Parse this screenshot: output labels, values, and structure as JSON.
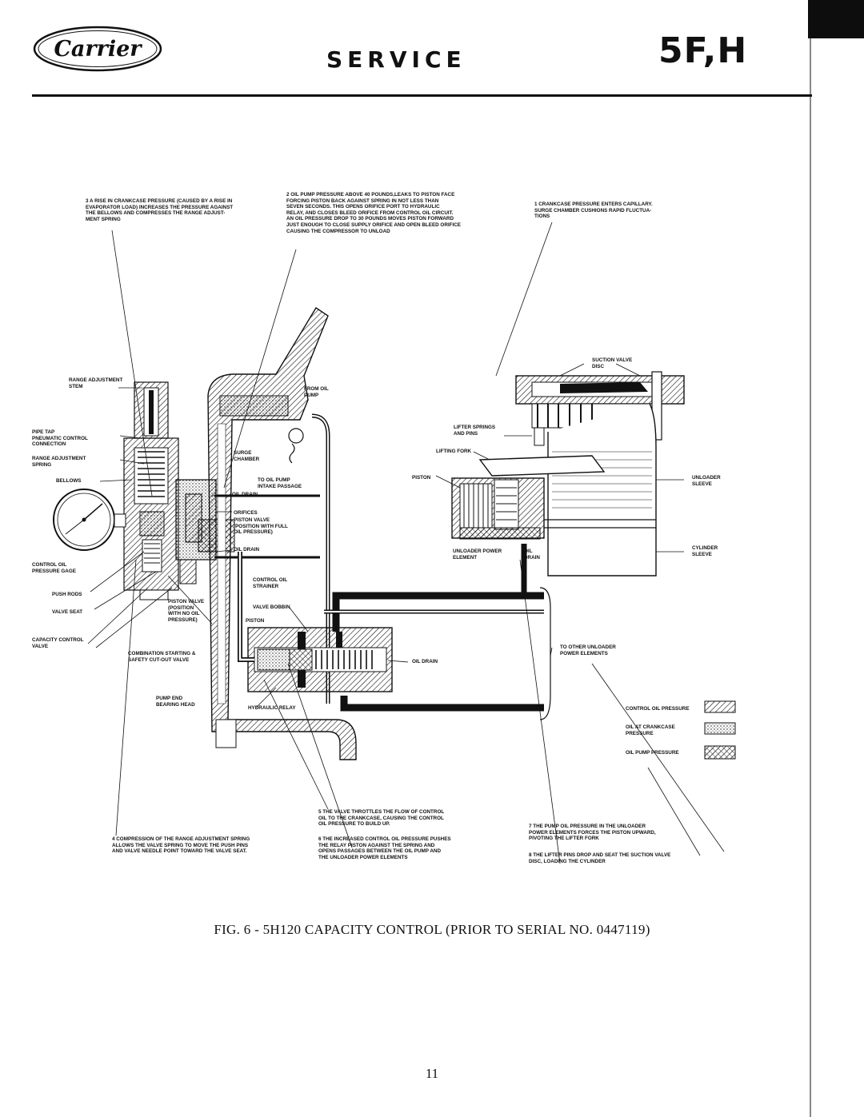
{
  "header": {
    "brand": "Carrier",
    "section": "SERVICE",
    "model": "5F,H"
  },
  "notes": {
    "n1": "1 CRANKCASE PRESSURE ENTERS CAPILLARY.\nSURGE CHAMBER CUSHIONS RAPID FLUCTUA-\nTIONS",
    "n2": "2 OIL PUMP PRESSURE ABOVE 40 POUNDS,LEAKS TO PISTON FACE\nFORCING PISTON BACK AGAINST SPRING IN NOT LESS THAN\nSEVEN SECONDS. THIS OPENS ORIFICE PORT TO HYDRAULIC\nRELAY, AND CLOSES BLEED ORIFICE FROM CONTROL OIL CIRCUIT.\nAN OIL PRESSURE DROP TO 30 POUNDS MOVES PISTON FORWARD\nJUST ENOUGH TO CLOSE SUPPLY ORIFICE AND OPEN BLEED ORIFICE\nCAUSING THE COMPRESSOR TO UNLOAD",
    "n3": "3 A RISE IN CRANKCASE PRESSURE (CAUSED BY A RISE IN\nEVAPORATOR LOAD) INCREASES THE PRESSURE AGAINST\nTHE BELLOWS AND COMPRESSES THE RANGE ADJUST-\nMENT SPRING",
    "n4": "4 COMPRESSION OF THE RANGE ADJUSTMENT SPRING\nALLOWS THE VALVE SPRING TO MOVE THE PUSH PINS\nAND VALVE NEEDLE POINT TOWARD THE VALVE SEAT.",
    "n5": "5 THE VALVE THROTTLES THE FLOW OF CONTROL\nOIL TO THE CRANKCASE, CAUSING THE CONTROL\nOIL PRESSURE TO BUILD UP.",
    "n6": "6 THE INCREASED CONTROL OIL PRESSURE PUSHES\nTHE RELAY PISTON AGAINST THE SPRING AND\nOPENS PASSAGES BETWEEN THE OIL PUMP AND\nTHE UNLOADER POWER ELEMENTS",
    "n7": "7 THE PUMP OIL PRESSURE IN THE UNLOADER\nPOWER ELEMENTS FORCES THE PISTON UPWARD,\nPIVOTING THE LIFTER FORK",
    "n8": "8 THE LIFTER PINS DROP AND SEAT THE SUCTION VALVE\nDISC, LOADING THE CYLINDER"
  },
  "labels": {
    "range_adjustment_stem": "RANGE ADJUSTMENT\nSTEM",
    "pipe_tap": "PIPE TAP\nPNEUMATIC CONTROL\nCONNECTION",
    "range_adjustment_spring": "RANGE ADJUSTMENT\nSPRING",
    "bellows": "BELLOWS",
    "control_oil_pressure_gage": "CONTROL OIL\nPRESSURE GAGE",
    "push_rods": "PUSH RODS",
    "valve_seat": "VALVE SEAT",
    "capacity_control_valve": "CAPACITY CONTROL\nVALVE",
    "combination_switch": "COMBINATION STARTING &\nSAFETY CUT-OUT VALVE",
    "pump_end": "PUMP END\nBEARING HEAD",
    "surge_chamber": "SURGE\nCHAMBER",
    "from_oil_pump": "FROM OIL\nPUMP",
    "to_oil_pump": "TO OIL PUMP\nINTAKE PASSAGE",
    "oil_drain_1": "OIL DRAIN",
    "orifices": "ORIFICES",
    "piston_valve_full": "PISTON VALVE\n(POSITION WITH FULL\nOIL PRESSURE)",
    "oil_drain_2": "OIL DRAIN",
    "piston_valve_no": "PISTON VALVE\n(POSITION\nWITH NO OIL\nPRESSURE)",
    "control_oil_strainer": "CONTROL OIL\nSTRAINER",
    "valve_bobbin": "VALVE BOBBIN",
    "piston": "PISTON",
    "oil_drain_3": "OIL DRAIN",
    "hydraulic_relay": "HYDRAULIC RELAY",
    "suction_valve_disc": "SUCTION VALVE\nDISC",
    "lifter_springs": "LIFTER SPRINGS\nAND PINS",
    "lifting_fork": "LIFTING FORK",
    "piston_right": "PISTON",
    "unloader_sleeve": "UNLOADER\nSLEEVE",
    "unloader_power_element": "UNLOADER POWER\nELEMENT",
    "oil_drain_right": "OIL\nDRAIN",
    "cylinder_sleeve": "CYLINDER\nSLEEVE",
    "to_other_unloader": "TO OTHER UNLOADER\nPOWER ELEMENTS"
  },
  "legend": [
    {
      "label": "CONTROL OIL PRESSURE",
      "pattern": "hatch"
    },
    {
      "label": "OIL AT CRANKCASE\nPRESSURE",
      "pattern": "dots"
    },
    {
      "label": "OIL PUMP PRESSURE",
      "pattern": "cross"
    }
  ],
  "caption": "FIG. 6 - 5H120 CAPACITY CONTROL (PRIOR TO SERIAL NO. 0447119)",
  "page_number": "11"
}
